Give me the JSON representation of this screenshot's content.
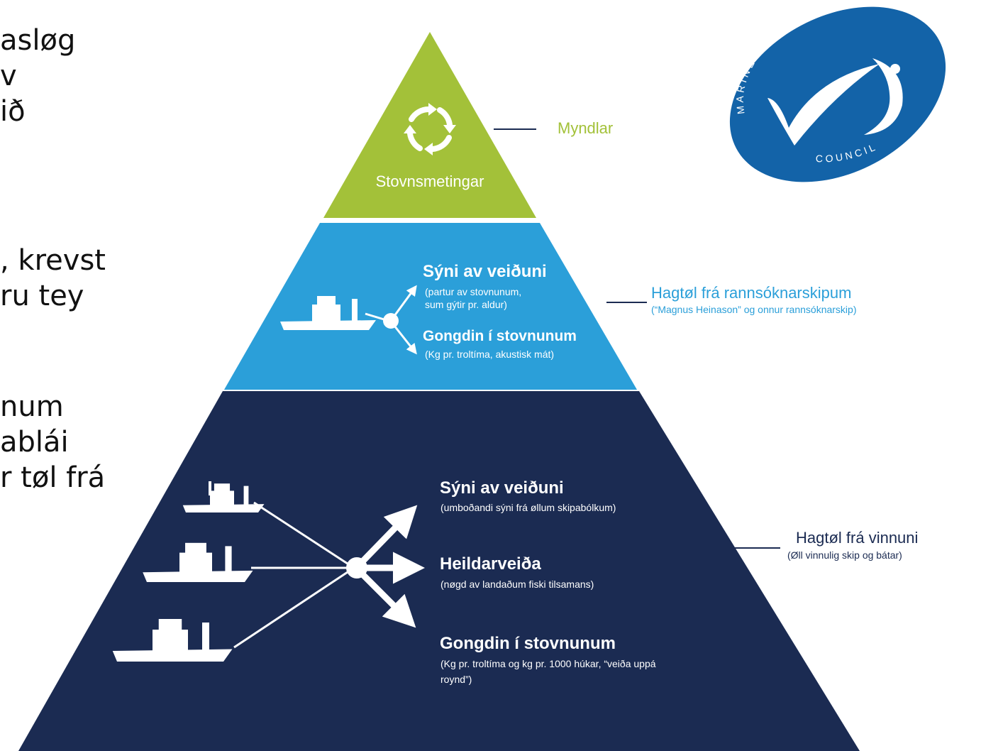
{
  "colors": {
    "green": "#a3c139",
    "blue": "#2b9fd9",
    "navy": "#1b2b52",
    "msc_blue": "#1363a8"
  },
  "intro_text": {
    "block1": [
      "asløg",
      "v",
      "ið"
    ],
    "block2": [
      ", krevst",
      "ru tey"
    ],
    "block3": [
      "num",
      "ablái",
      "r tøl frá"
    ]
  },
  "pyramid": {
    "top": {
      "icon": "recycle-arrows-icon",
      "label": "Stovnsmetingar",
      "side_label": "Myndlar"
    },
    "middle": {
      "items": [
        {
          "title": "Sýni av veiðuni",
          "lines": [
            "(partur av stovnunum,",
            "sum gýtir pr. aldur)"
          ]
        },
        {
          "title": "Gongdin í stovnunum",
          "lines": [
            "(Kg pr. troltíma, akustisk mát)"
          ]
        }
      ],
      "side_title": "Hagtøl frá rannsóknarskipum",
      "side_sub": "(“Magnus Heinason” og onnur rannsóknarskip)"
    },
    "bottom": {
      "items": [
        {
          "title": "Sýni av veiðuni",
          "lines": [
            "(umboðandi sýni frá øllum skipabólkum)"
          ]
        },
        {
          "title": "Heildarveiða",
          "lines": [
            "(nøgd av landaðum fiski tilsamans)"
          ]
        },
        {
          "title": "Gongdin í stovnunum",
          "lines": [
            "(Kg pr. troltíma og kg pr. 1000 húkar, “veiða uppá",
            "roynd”)"
          ]
        }
      ],
      "side_title": "Hagtøl frá vinnuni",
      "side_sub": "(Øll vinnulig skip og bátar)"
    }
  },
  "msc_logo": {
    "arc_top": "MARINE STEWARDSHIP",
    "arc_bottom": "COUNCIL"
  }
}
